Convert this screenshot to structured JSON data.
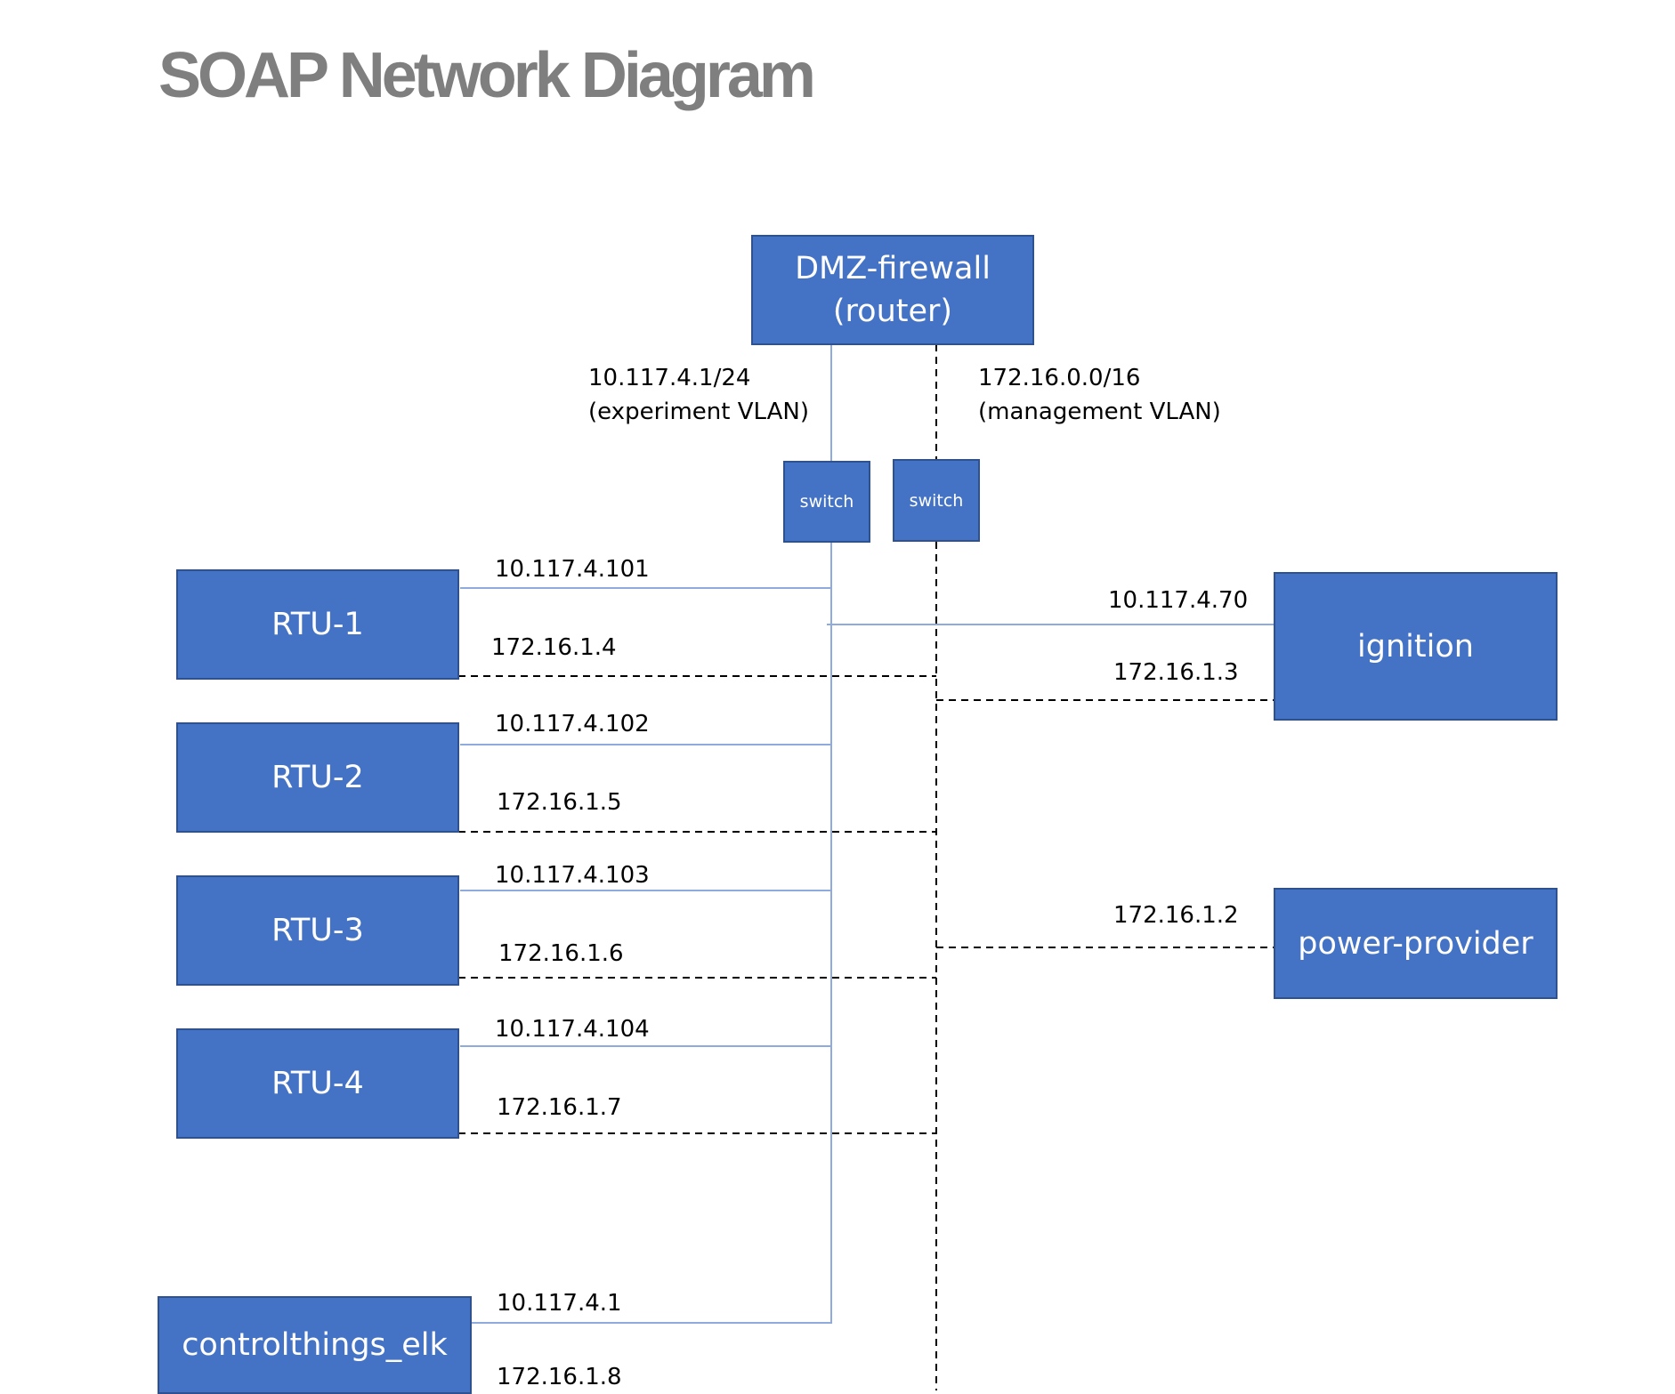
{
  "title": "SOAP Network Diagram",
  "colors": {
    "node_fill": "#4472c4",
    "node_border": "#2f528f",
    "experiment_line": "#8faadc",
    "management_line": "#000000",
    "title": "#7f7f7f"
  },
  "nodes": {
    "firewall": "DMZ-firewall\n(router)",
    "switch_experiment": "switch",
    "switch_management": "switch",
    "rtu1": "RTU-1",
    "rtu2": "RTU-2",
    "rtu3": "RTU-3",
    "rtu4": "RTU-4",
    "elk": "controlthings_elk",
    "ignition": "ignition",
    "power_provider": "power-provider"
  },
  "networks": {
    "experiment": "10.117.4.1/24\n(experiment VLAN)",
    "management": "172.16.0.0/16\n(management VLAN)"
  },
  "addresses": {
    "rtu1_exp": "10.117.4.101",
    "rtu1_mgmt": "172.16.1.4",
    "rtu2_exp": "10.117.4.102",
    "rtu2_mgmt": "172.16.1.5",
    "rtu3_exp": "10.117.4.103",
    "rtu3_mgmt": "172.16.1.6",
    "rtu4_exp": "10.117.4.104",
    "rtu4_mgmt": "172.16.1.7",
    "elk_exp": "10.117.4.1",
    "elk_mgmt": "172.16.1.8",
    "ignition_exp": "10.117.4.70",
    "ignition_mgmt": "172.16.1.3",
    "power_mgmt": "172.16.1.2"
  }
}
